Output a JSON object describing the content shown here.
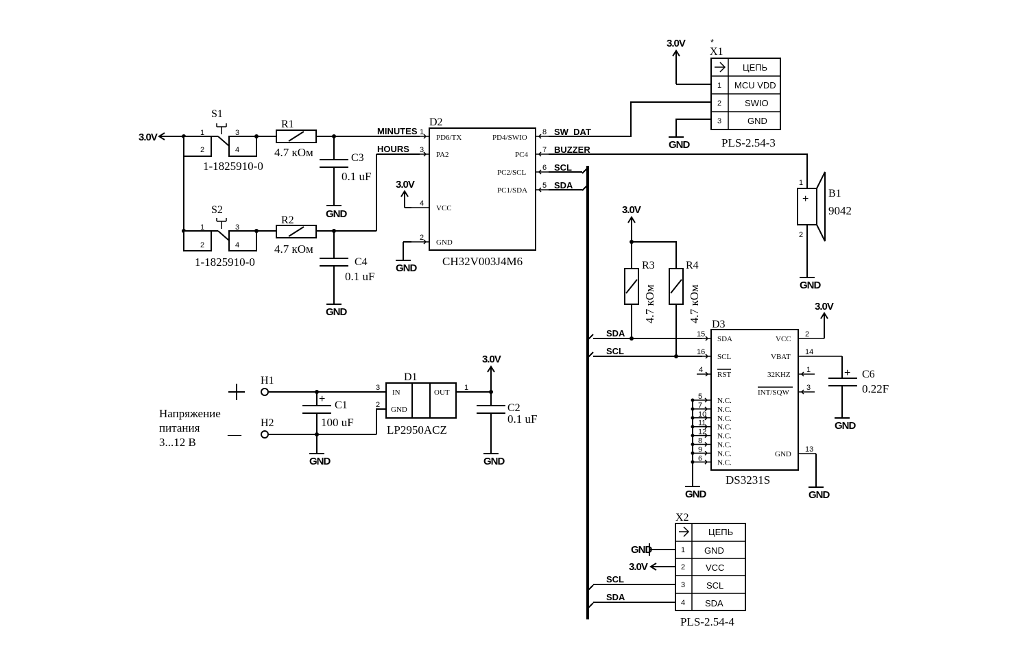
{
  "power": {
    "v3": "3.0V",
    "gnd": "GND"
  },
  "switches": {
    "s1": {
      "ref": "S1",
      "part": "1-1825910-0",
      "pins": [
        "1",
        "2",
        "3",
        "4"
      ]
    },
    "s2": {
      "ref": "S2",
      "part": "1-1825910-0",
      "pins": [
        "1",
        "2",
        "3",
        "4"
      ]
    }
  },
  "resistors": {
    "r1": {
      "ref": "R1",
      "value": "4.7 кОм"
    },
    "r2": {
      "ref": "R2",
      "value": "4.7 кОм"
    },
    "r3": {
      "ref": "R3",
      "value": "4.7 кОм"
    },
    "r4": {
      "ref": "R4",
      "value": "4.7 кОм"
    }
  },
  "capacitors": {
    "c1": {
      "ref": "C1",
      "value": "100 uF"
    },
    "c2": {
      "ref": "C2",
      "value": "0.1 uF"
    },
    "c3": {
      "ref": "C3",
      "value": "0.1 uF"
    },
    "c4": {
      "ref": "C4",
      "value": "0.1 uF"
    },
    "c6": {
      "ref": "C6",
      "value": "0.22F"
    }
  },
  "nets": {
    "minutes": "MINUTES",
    "hours": "HOURS",
    "sw_dat": "SW_DAT",
    "buzzer": "BUZZER",
    "scl": "SCL",
    "sda": "SDA"
  },
  "d2": {
    "ref": "D2",
    "part": "CH32V003J4M6",
    "left_pins": [
      {
        "num": "1",
        "label": "PD6/TX"
      },
      {
        "num": "3",
        "label": "PA2"
      },
      {
        "num": "4",
        "label": "VCC"
      },
      {
        "num": "2",
        "label": "GND"
      }
    ],
    "right_pins": [
      {
        "num": "8",
        "label": "PD4/SWIO"
      },
      {
        "num": "7",
        "label": "PC4"
      },
      {
        "num": "6",
        "label": "PC2/SCL"
      },
      {
        "num": "5",
        "label": "PC1/SDA"
      }
    ]
  },
  "x1": {
    "ref": "X1",
    "star": "*",
    "part": "PLS-2.54-3",
    "header": "ЦЕПЬ",
    "rows": [
      {
        "num": "1",
        "label": "MCU VDD"
      },
      {
        "num": "2",
        "label": "SWIO"
      },
      {
        "num": "3",
        "label": "GND"
      }
    ]
  },
  "x2": {
    "ref": "X2",
    "part": "PLS-2.54-4",
    "header": "ЦЕПЬ",
    "rows": [
      {
        "num": "1",
        "label": "GND"
      },
      {
        "num": "2",
        "label": "VCC"
      },
      {
        "num": "3",
        "label": "SCL"
      },
      {
        "num": "4",
        "label": "SDA"
      }
    ]
  },
  "b1": {
    "ref": "B1",
    "value": "9042",
    "plus": "+",
    "pins": [
      "1",
      "2"
    ]
  },
  "d3": {
    "ref": "D3",
    "part": "DS3231S",
    "left_pins": [
      {
        "num": "15",
        "label": "SDA"
      },
      {
        "num": "16",
        "label": "SCL"
      },
      {
        "num": "4",
        "label": "RST"
      }
    ],
    "nc_pins": [
      "5",
      "7",
      "10",
      "11",
      "12",
      "8",
      "9",
      "6"
    ],
    "nc_label": "N.C.",
    "right_pins": [
      {
        "num": "2",
        "label": "VCC"
      },
      {
        "num": "14",
        "label": "VBAT"
      },
      {
        "num": "1",
        "label": "32KHZ"
      },
      {
        "num": "3",
        "label": "INT/SQW"
      },
      {
        "num": "13",
        "label": "GND"
      }
    ]
  },
  "d1": {
    "ref": "D1",
    "part": "LP2950ACZ",
    "in_label": "IN",
    "gnd_label": "GND",
    "out_label": "OUT",
    "pins": {
      "in": "3",
      "gnd": "2",
      "out": "1"
    }
  },
  "supply": {
    "h1": "H1",
    "h2": "H2",
    "plus": "+",
    "minus": "—",
    "caption": [
      "Напряжение",
      "питания",
      "3...12 В"
    ]
  }
}
